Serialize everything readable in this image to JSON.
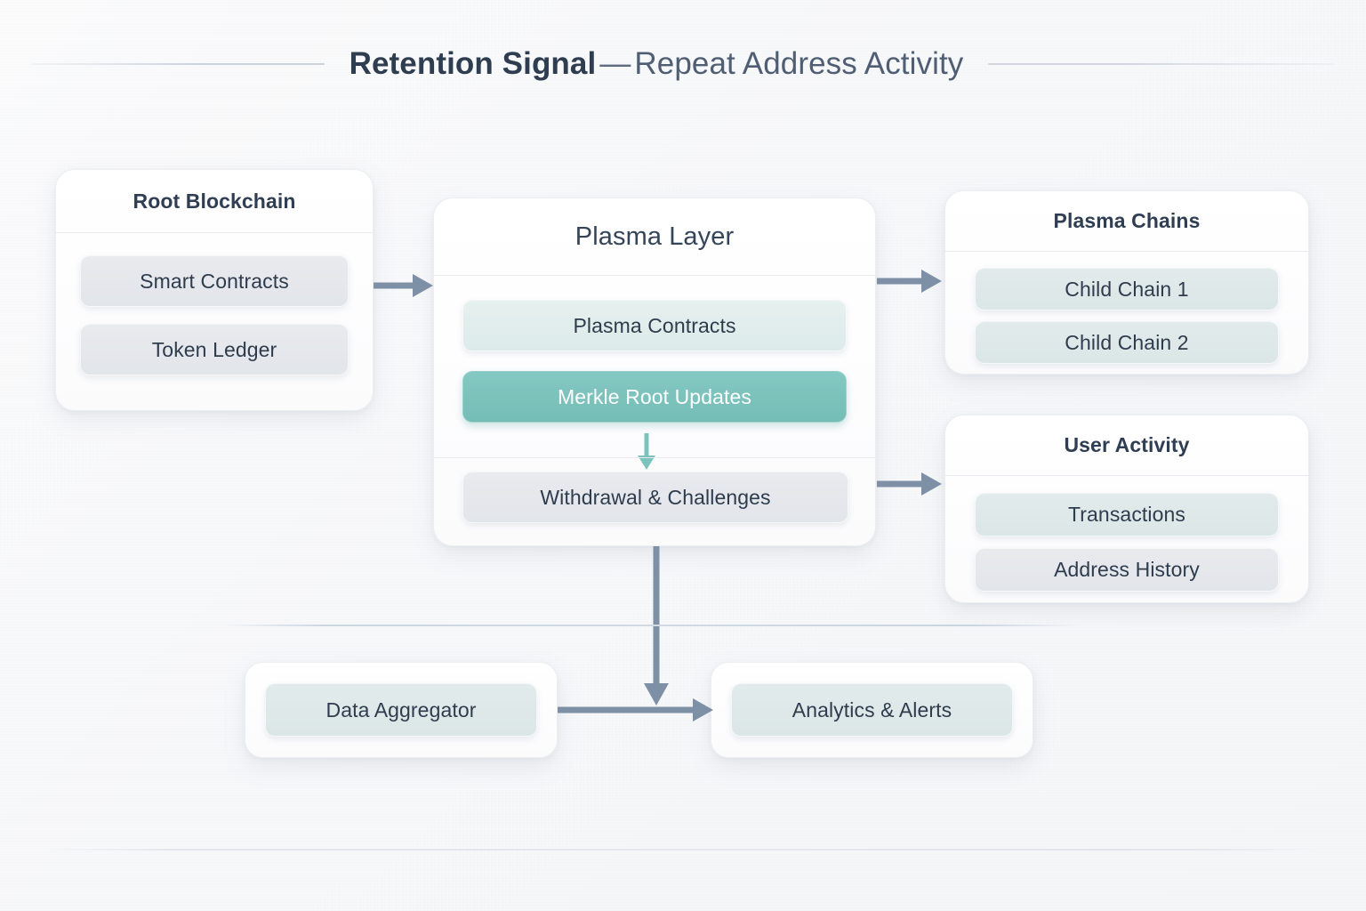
{
  "title": {
    "main": "Retention Signal",
    "dash": "—",
    "sub": "Repeat Address Activity"
  },
  "colors": {
    "accent_teal": "#7cc3bd",
    "accent_teal_light": "#e0edec",
    "chip_grey": "#e5e8ec",
    "chip_tealish": "#dfe9e9",
    "text_dark": "#2e3c4e",
    "arrow": "#7e90a6",
    "card_bg": "#ffffff",
    "page_bg": "#f7f8fa"
  },
  "cards": {
    "root_blockchain": {
      "title": "Root Blockchain",
      "items": [
        {
          "label": "Smart Contracts",
          "style": "grey"
        },
        {
          "label": "Token Ledger",
          "style": "grey"
        }
      ]
    },
    "plasma_layer": {
      "title": "Plasma Layer",
      "items": [
        {
          "label": "Plasma Contracts",
          "style": "lightteal"
        },
        {
          "label": "Merkle Root Updates",
          "style": "solidteal"
        },
        {
          "label": "Withdrawal & Challenges",
          "style": "grey"
        }
      ]
    },
    "plasma_chains": {
      "title": "Plasma Chains",
      "items": [
        {
          "label": "Child Chain 1",
          "style": "tealish"
        },
        {
          "label": "Child Chain 2",
          "style": "tealish"
        }
      ]
    },
    "user_activity": {
      "title": "User Activity",
      "items": [
        {
          "label": "Transactions",
          "style": "tealish"
        },
        {
          "label": "Address History",
          "style": "grey"
        }
      ]
    },
    "data_aggregator": {
      "items": [
        {
          "label": "Data Aggregator",
          "style": "tealish"
        }
      ]
    },
    "analytics_alerts": {
      "items": [
        {
          "label": "Analytics & Alerts",
          "style": "tealish"
        }
      ]
    }
  },
  "arrows": [
    {
      "name": "root-to-plasma",
      "direction": "right"
    },
    {
      "name": "plasma-to-chains",
      "direction": "right"
    },
    {
      "name": "plasma-to-user-activity",
      "direction": "right"
    },
    {
      "name": "merkle-to-withdrawal",
      "direction": "down"
    },
    {
      "name": "plasma-to-analytics",
      "direction": "down"
    },
    {
      "name": "aggregator-to-analytics",
      "direction": "right"
    }
  ]
}
